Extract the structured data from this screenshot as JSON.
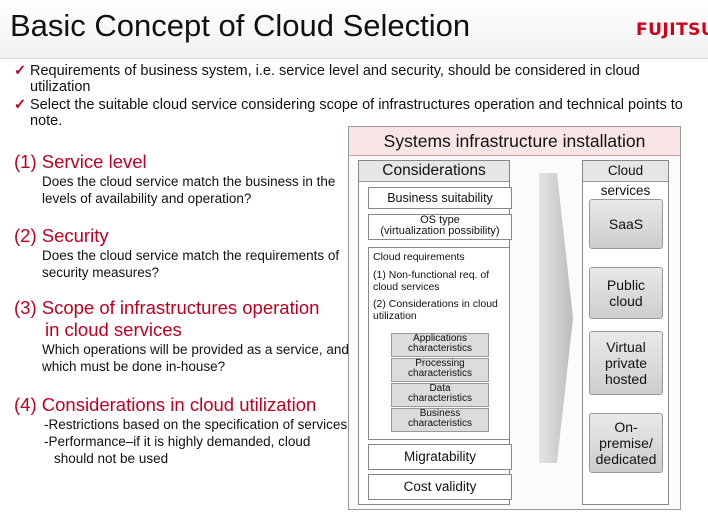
{
  "title": "Basic Concept of Cloud Selection",
  "logo": "FUJITSU",
  "bullets": [
    "Requirements of business system, i.e. service level and security, should be considered in cloud utilization",
    "Select the suitable cloud service considering scope of infrastructures operation and technical points to note."
  ],
  "sections": {
    "s1": {
      "title": "(1) Service level",
      "desc": "Does the cloud service match the business in the levels of availability and operation?"
    },
    "s2": {
      "title": "(2) Security",
      "desc": "Does the cloud service match the requirements of security measures?"
    },
    "s3": {
      "title_line1": "(3) Scope of infrastructures operation",
      "title_line2": "in cloud services",
      "desc": "Which operations will be provided as a service, and which must be done in-house?"
    },
    "s4": {
      "title": "(4) Considerations in cloud utilization",
      "items": [
        "-Restrictions based on the specification of services",
        "-Performance–if it is highly demanded, cloud should not be used"
      ]
    }
  },
  "diagram": {
    "title": "Systems infrastructure installation",
    "considerations": {
      "header": "Considerations",
      "business": "Business suitability",
      "os_line1": "OS type",
      "os_line2": "(virtualization possibility)",
      "req_title": "Cloud requirements",
      "req1": "(1) Non-functional req. of cloud services",
      "req2": "(2) Considerations in cloud utilization",
      "subs": [
        [
          "Applications",
          "characteristics"
        ],
        [
          "Processing",
          "characteristics"
        ],
        [
          "Data",
          "characteristics"
        ],
        [
          "Business",
          "characteristics"
        ]
      ],
      "migratability": "Migratability",
      "cost": "Cost validity"
    },
    "cloud": {
      "header": "Cloud services",
      "items": [
        [
          "SaaS"
        ],
        [
          "Public",
          "cloud"
        ],
        [
          "Virtual",
          "private",
          "hosted"
        ],
        [
          "On-premise/",
          "dedicated"
        ]
      ]
    }
  },
  "colors": {
    "accent": "#c00020",
    "logo": "#d0001a"
  }
}
